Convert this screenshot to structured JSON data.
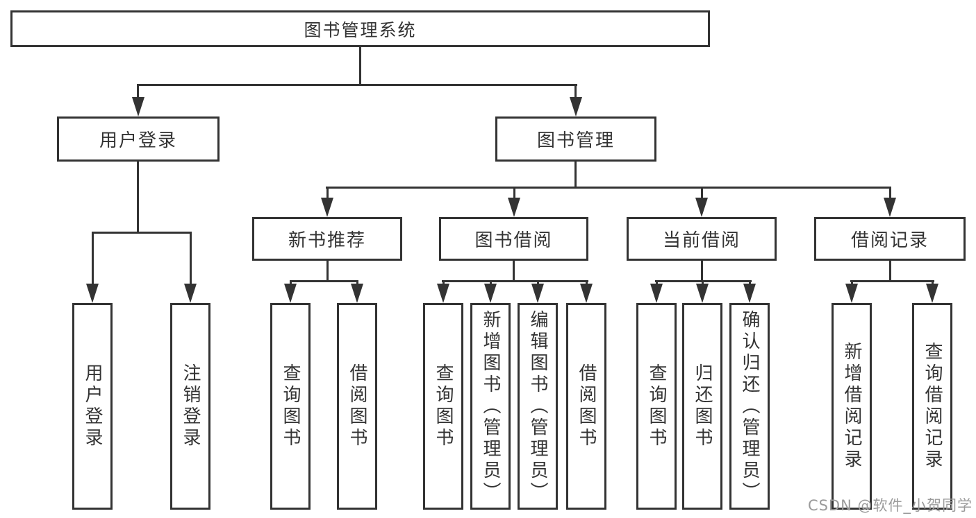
{
  "diagram": {
    "root": "图书管理系统",
    "level2": [
      "用户登录",
      "图书管理"
    ],
    "level3": [
      "新书推荐",
      "图书借阅",
      "当前借阅",
      "借阅记录"
    ],
    "leaves": {
      "login": [
        "用户登录",
        "注销登录"
      ],
      "recommend": [
        "查询图书",
        "借阅图书"
      ],
      "borrow": [
        "查询图书",
        "新增图书（管理员）",
        "编辑图书（管理员）",
        "借阅图书"
      ],
      "current": [
        "查询图书",
        "归还图书",
        "确认归还（管理员）"
      ],
      "records": [
        "新增借阅记录",
        "查询借阅记录"
      ]
    }
  },
  "watermark": {
    "text": "CSDN @软件_小贺同学"
  },
  "colors": {
    "line": "#333333",
    "text": "#333333",
    "watermark": "#9b9b9b",
    "background": "#ffffff"
  }
}
